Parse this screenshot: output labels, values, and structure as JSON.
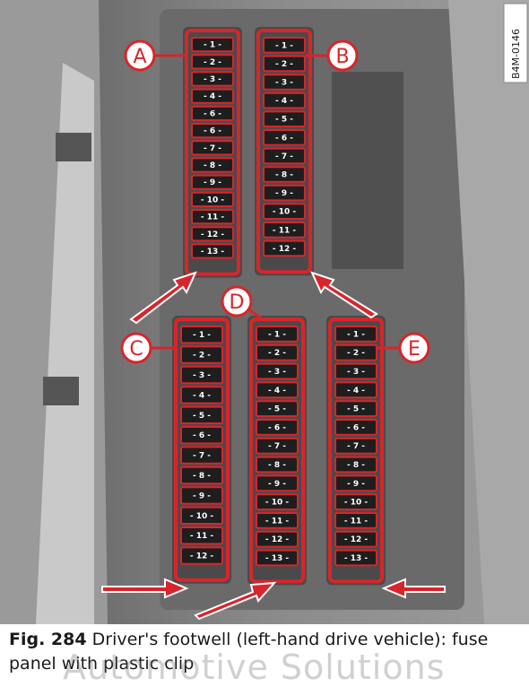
{
  "figure_id": "B4M-0146",
  "caption": {
    "number": "Fig. 284",
    "text": "Driver's footwell (left-hand drive vehicle): fuse panel with plastic clip"
  },
  "watermark": "Automotive Solutions",
  "colors": {
    "highlight": "#d8252b",
    "panel": "#7a7a7a",
    "fuse": "#1e1e1e"
  },
  "panels": [
    {
      "label": "A",
      "fuses": [
        "1",
        "2",
        "3",
        "4",
        "6",
        "6",
        "7",
        "8",
        "9",
        "10",
        "11",
        "12",
        "13"
      ]
    },
    {
      "label": "B",
      "fuses": [
        "1",
        "2",
        "3",
        "4",
        "5",
        "6",
        "7",
        "8",
        "9",
        "10",
        "11",
        "12"
      ]
    },
    {
      "label": "C",
      "fuses": [
        "1",
        "2",
        "3",
        "4",
        "5",
        "6",
        "7",
        "8",
        "9",
        "10",
        "11",
        "12"
      ]
    },
    {
      "label": "D",
      "fuses": [
        "1",
        "2",
        "3",
        "4",
        "5",
        "6",
        "7",
        "8",
        "9",
        "10",
        "11",
        "12",
        "13"
      ]
    },
    {
      "label": "E",
      "fuses": [
        "1",
        "2",
        "3",
        "4",
        "5",
        "6",
        "7",
        "8",
        "9",
        "10",
        "11",
        "12",
        "13"
      ]
    }
  ]
}
